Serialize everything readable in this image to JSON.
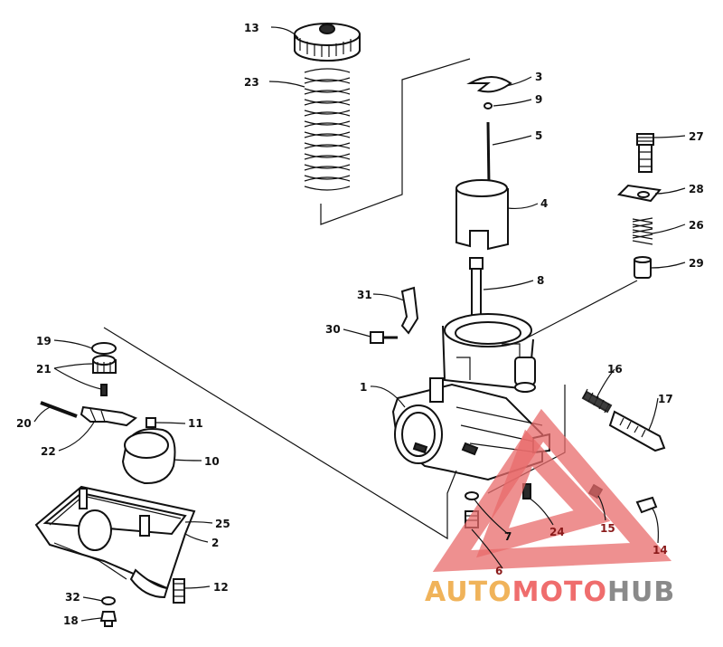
{
  "diagram": {
    "parts": [
      {
        "id": "p1",
        "label": "1"
      },
      {
        "id": "p2",
        "label": "2"
      },
      {
        "id": "p3",
        "label": "3"
      },
      {
        "id": "p4",
        "label": "4"
      },
      {
        "id": "p5",
        "label": "5"
      },
      {
        "id": "p6",
        "label": "6"
      },
      {
        "id": "p7",
        "label": "7"
      },
      {
        "id": "p8",
        "label": "8"
      },
      {
        "id": "p9",
        "label": "9"
      },
      {
        "id": "p10",
        "label": "10"
      },
      {
        "id": "p11",
        "label": "11"
      },
      {
        "id": "p12",
        "label": "12"
      },
      {
        "id": "p13",
        "label": "13"
      },
      {
        "id": "p14",
        "label": "14"
      },
      {
        "id": "p15",
        "label": "15"
      },
      {
        "id": "p16",
        "label": "16"
      },
      {
        "id": "p17",
        "label": "17"
      },
      {
        "id": "p18",
        "label": "18"
      },
      {
        "id": "p19",
        "label": "19"
      },
      {
        "id": "p20",
        "label": "20"
      },
      {
        "id": "p21",
        "label": "21"
      },
      {
        "id": "p22",
        "label": "22"
      },
      {
        "id": "p23",
        "label": "23"
      },
      {
        "id": "p24",
        "label": "24"
      },
      {
        "id": "p25",
        "label": "25"
      },
      {
        "id": "p26",
        "label": "26"
      },
      {
        "id": "p27",
        "label": "27"
      },
      {
        "id": "p28",
        "label": "28"
      },
      {
        "id": "p29",
        "label": "29"
      },
      {
        "id": "p30",
        "label": "30"
      },
      {
        "id": "p31",
        "label": "31"
      },
      {
        "id": "p32",
        "label": "32"
      }
    ]
  },
  "watermark": {
    "word1": "AUTO",
    "word2": "MOTO",
    "word3": "HUB",
    "color1": "#f0b35a",
    "color2": "#ef6d6d",
    "color3": "#8a8a8a",
    "triangle_color": "#e86b6b"
  }
}
